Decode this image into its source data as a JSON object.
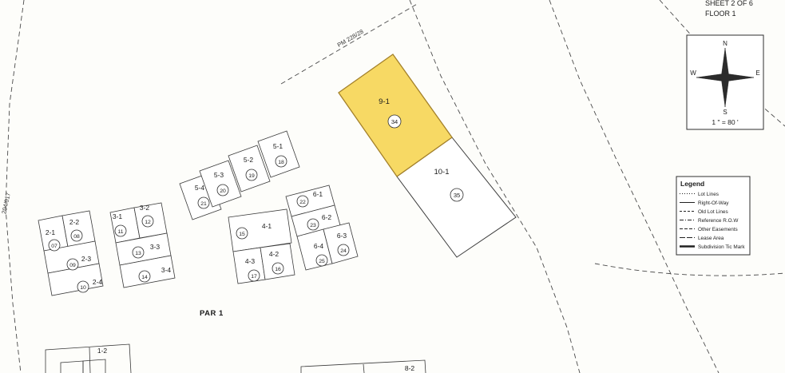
{
  "header": {
    "sheet": "SHEET 2 OF 6",
    "floor": "FLOOR 1"
  },
  "compass": {
    "north": "N",
    "south": "S",
    "east": "E",
    "west": "W",
    "scale": "1 \" = 80 '"
  },
  "legend": {
    "title": "Legend",
    "items": [
      {
        "label": "Lot Lines"
      },
      {
        "label": "Right-Of-Way"
      },
      {
        "label": "Old Lot Lines"
      },
      {
        "label": "Reference R.O.W"
      },
      {
        "label": "Other Easements"
      },
      {
        "label": "Lease Area"
      },
      {
        "label": "Subdivision Tic Mark"
      }
    ]
  },
  "map": {
    "par_label": "PAR 1",
    "pm_ref": "PM 228/28",
    "left_ref": "204/017",
    "colors": {
      "highlight_fill": "#f7d964",
      "highlight_stroke": "#a3802a",
      "line": "#3a3a3a",
      "boundary": "#4a4a4a"
    }
  },
  "lots": [
    {
      "id": "2-1",
      "num": "07"
    },
    {
      "id": "2-2",
      "num": "08"
    },
    {
      "id": "2-3",
      "num": "09"
    },
    {
      "id": "2-4",
      "num": "10"
    },
    {
      "id": "3-1",
      "num": "11"
    },
    {
      "id": "3-2",
      "num": "12"
    },
    {
      "id": "3-3",
      "num": "13"
    },
    {
      "id": "3-4",
      "num": "14"
    },
    {
      "id": "4-1",
      "num": "15"
    },
    {
      "id": "4-2",
      "num": "16"
    },
    {
      "id": "4-3",
      "num": "17"
    },
    {
      "id": "5-1",
      "num": "18"
    },
    {
      "id": "5-2",
      "num": "19"
    },
    {
      "id": "5-3",
      "num": "20"
    },
    {
      "id": "5-4",
      "num": "21"
    },
    {
      "id": "6-1",
      "num": "22"
    },
    {
      "id": "6-2",
      "num": "23"
    },
    {
      "id": "6-3",
      "num": "24"
    },
    {
      "id": "6-4",
      "num": "25"
    },
    {
      "id": "9-1",
      "num": "34"
    },
    {
      "id": "10-1",
      "num": "35"
    },
    {
      "id": "1-2",
      "num": ""
    },
    {
      "id": "8-2",
      "num": ""
    }
  ]
}
